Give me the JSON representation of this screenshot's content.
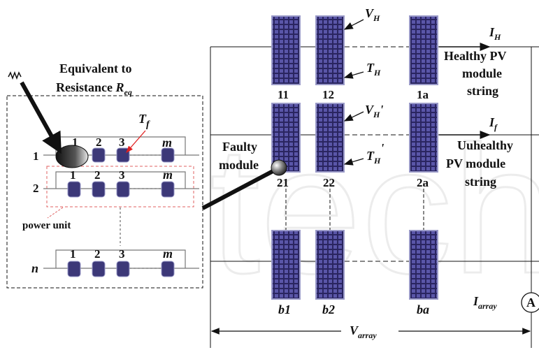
{
  "colors": {
    "panel_dark": "#2a2560",
    "panel_cell": "#5a56a8",
    "panel_frame": "#9a9ac8",
    "mini_module": "#3c3878",
    "red_dashed": "#e06060",
    "line": "#111111",
    "watermark": "#ececec"
  },
  "watermark_text": "tech",
  "left_box": {
    "title_line1": "Equivalent to",
    "title_line2": "Resistance ",
    "title_var": "R",
    "title_sub": "eq",
    "tf_var": "T",
    "tf_sub": "f",
    "row_labels": [
      "1",
      "2",
      "n"
    ],
    "col_labels": [
      "1",
      "2",
      "3",
      "m"
    ],
    "power_unit": "power unit"
  },
  "array": {
    "modules": [
      {
        "id": "m11",
        "label": "11"
      },
      {
        "id": "m12",
        "label": "12"
      },
      {
        "id": "m1a",
        "label": "1a"
      },
      {
        "id": "m21",
        "label": "21"
      },
      {
        "id": "m22",
        "label": "22"
      },
      {
        "id": "m2a",
        "label": "2a"
      },
      {
        "id": "mb1",
        "label": "b1"
      },
      {
        "id": "mb2",
        "label": "b2"
      },
      {
        "id": "mba",
        "label": "ba"
      }
    ],
    "vh_var": "V",
    "vh_sub": "H",
    "th_var": "T",
    "th_sub": "H",
    "vh2_var": "V",
    "vh2_sub": "H",
    "vh2_prime": "'",
    "th2_var": "T",
    "th2_sub": "H",
    "th2_prime": "'",
    "ih_var": "I",
    "ih_sub": "H",
    "if_var": "I",
    "if_sub": "f",
    "healthy_line1": "Healthy PV",
    "healthy_line2": "module",
    "healthy_line3": "string",
    "unhealthy_line1": "Uuhealthy",
    "unhealthy_line2": "PV module",
    "unhealthy_line3": "string",
    "faulty_line1": "Faulty",
    "faulty_line2": "module",
    "iarray_var": "I",
    "iarray_sub": "array",
    "ammeter": "A",
    "varray_var": "V",
    "varray_sub": "array"
  }
}
